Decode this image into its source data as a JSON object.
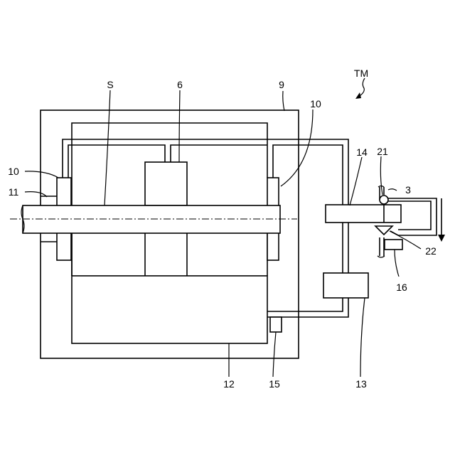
{
  "labels": {
    "tm": "TM",
    "s": "S",
    "n6": "6",
    "n9": "9",
    "n10_right": "10",
    "n10_left": "10",
    "n11": "11",
    "n14": "14",
    "n21": "21",
    "n3": "3",
    "n22": "22",
    "n16": "16",
    "n12": "12",
    "n15": "15",
    "n13": "13"
  }
}
